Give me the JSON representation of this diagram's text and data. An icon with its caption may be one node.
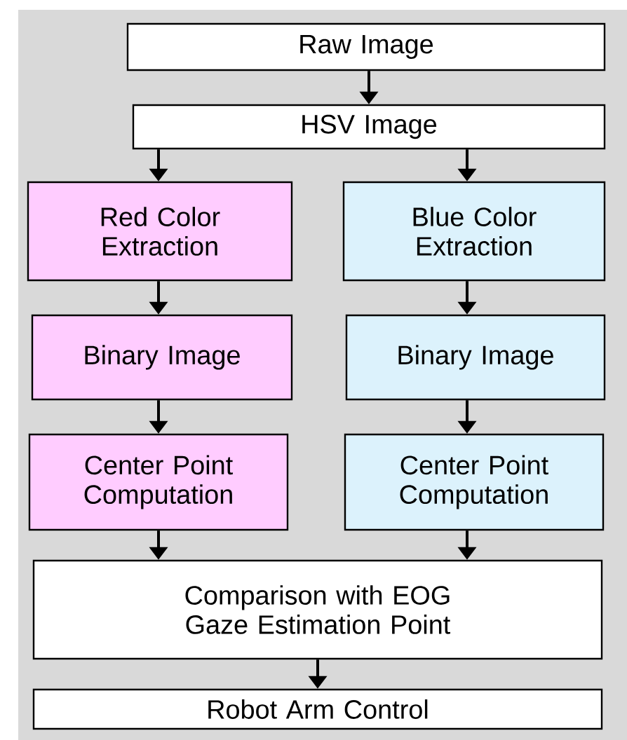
{
  "diagram": {
    "nodes": [
      {
        "text": [
          "Raw Image"
        ]
      },
      {
        "text": [
          "HSV Image"
        ]
      },
      {
        "text": [
          "Red Color Extraction"
        ]
      },
      {
        "text": [
          "Blue Color Extraction"
        ]
      },
      {
        "text": [
          "Binary Image"
        ]
      },
      {
        "text": [
          "Binary Image"
        ]
      },
      {
        "text": [
          "Center Point Computation"
        ]
      },
      {
        "text": [
          "Center Point Computation"
        ]
      },
      {
        "text": [
          "Comparison with EOG Gaze Estimation Point"
        ]
      },
      {
        "text": [
          "Robot Arm Control"
        ]
      }
    ],
    "edges": [
      {
        "from": 0,
        "to": 1,
        "arrow": "to"
      },
      {
        "from": 1,
        "to": 2,
        "arrow": "to"
      },
      {
        "from": 1,
        "to": 3,
        "arrow": "to"
      },
      {
        "from": 2,
        "to": 4,
        "arrow": "to"
      },
      {
        "from": 3,
        "to": 5,
        "arrow": "to"
      },
      {
        "from": 4,
        "to": 6,
        "arrow": "to"
      },
      {
        "from": 5,
        "to": 7,
        "arrow": "to"
      },
      {
        "from": 6,
        "to": 8,
        "arrow": "to"
      },
      {
        "from": 7,
        "to": 8,
        "arrow": "to"
      },
      {
        "from": 8,
        "to": 9,
        "arrow": "to"
      }
    ]
  }
}
